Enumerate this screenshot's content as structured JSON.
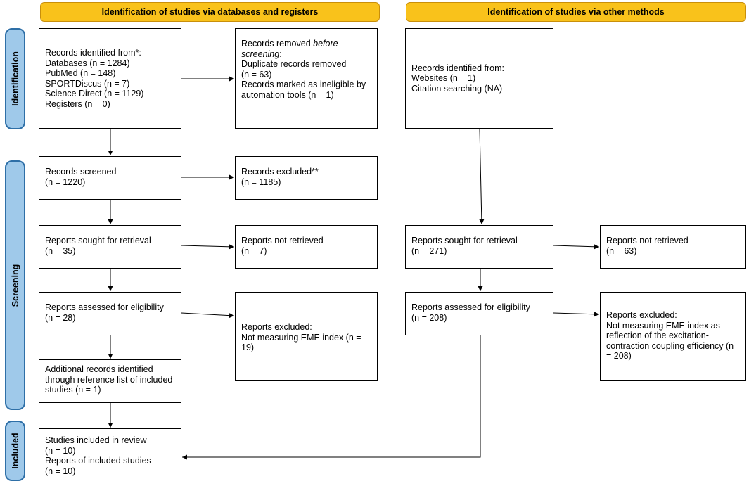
{
  "headers": {
    "databases": "Identification of studies via databases and registers",
    "other": "Identification of studies via other methods"
  },
  "phases": {
    "identification": "Identification",
    "screening": "Screening",
    "included": "Included"
  },
  "boxes": {
    "records_identified": [
      "Records identified from*:",
      "Databases (n = 1284)",
      "PubMed (n = 148)",
      "SPORTDiscus (n = 7)",
      "Science Direct (n = 1129)",
      "Registers (n = 0)"
    ],
    "records_removed": {
      "line1_prefix": "Records removed ",
      "line1_italic": "before",
      "line2_italic": "screening",
      "line2_suffix": ":",
      "rest": [
        "Duplicate records removed",
        "(n = 63)",
        "Records marked as ineligible by",
        "automation tools (n = 1)"
      ]
    },
    "records_screened": [
      "Records screened",
      "(n = 1220)"
    ],
    "records_excluded": [
      "Records excluded**",
      "(n = 1185)"
    ],
    "reports_sought_db": [
      "Reports sought for retrieval",
      "(n = 35)"
    ],
    "reports_not_retrieved_db": [
      "Reports not retrieved",
      "(n = 7)"
    ],
    "reports_assessed_db": [
      "Reports assessed for eligibility",
      "(n = 28)"
    ],
    "reports_excluded_db": [
      "Reports excluded:",
      "Not measuring EME index (n =",
      "19)"
    ],
    "additional_records": [
      "Additional records identified",
      "through reference list of included",
      "studies (n = 1)"
    ],
    "studies_included": [
      "Studies included in review",
      "(n = 10)",
      "Reports of included studies",
      "(n = 10)"
    ],
    "other_identified": [
      "Records identified from:",
      "Websites (n = 1)",
      "Citation searching (NA)"
    ],
    "reports_sought_other": [
      "Reports sought for retrieval",
      "(n = 271)"
    ],
    "reports_not_retrieved_other": [
      "Reports not retrieved",
      "(n = 63)"
    ],
    "reports_assessed_other": [
      "Reports assessed for eligibility",
      "(n = 208)"
    ],
    "reports_excluded_other": [
      "Reports excluded:",
      "Not measuring EME index as",
      "reflection of the excitation-",
      "contraction coupling efficiency (n",
      "= 208)"
    ]
  }
}
